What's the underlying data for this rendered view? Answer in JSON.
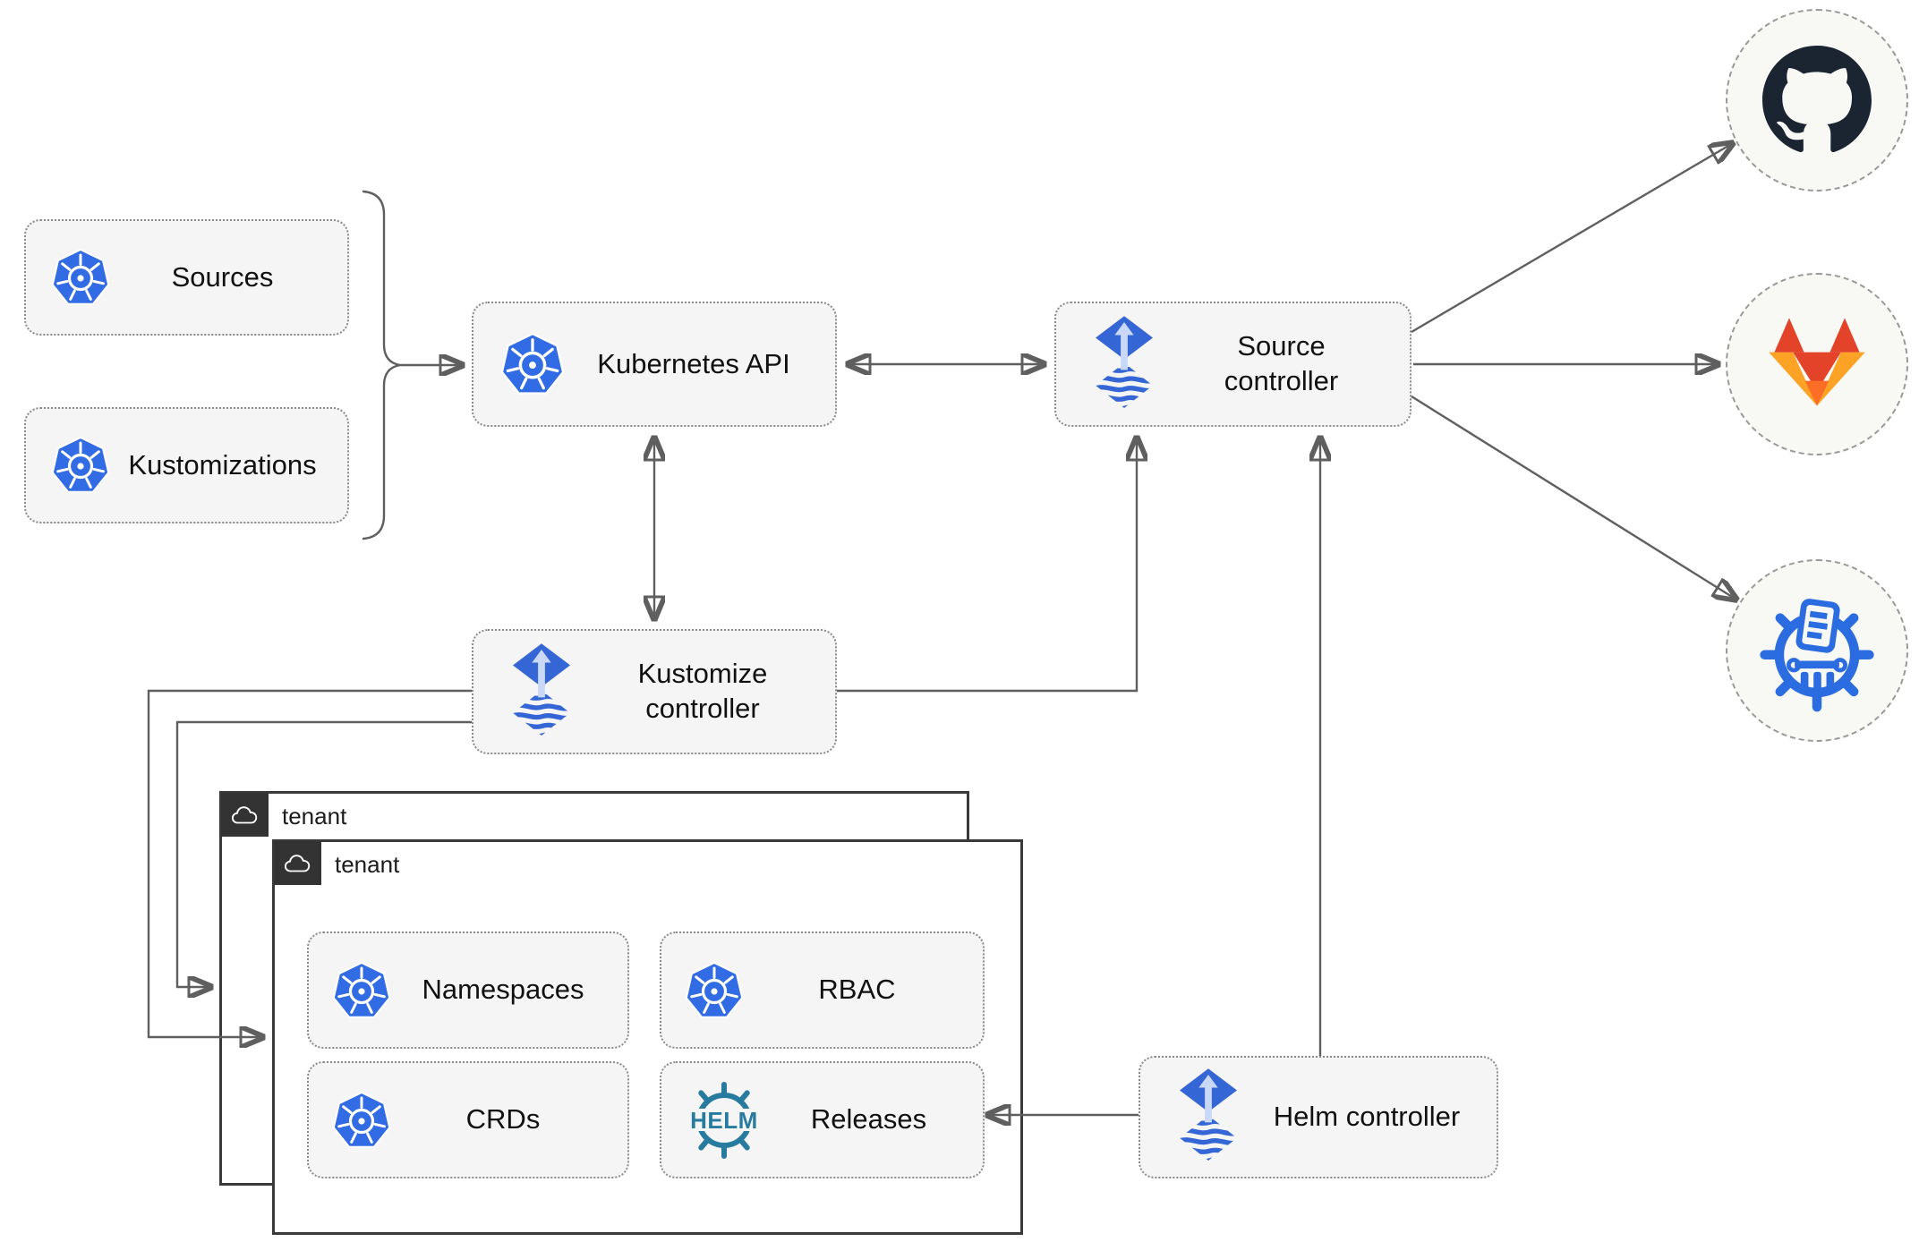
{
  "colors": {
    "kubernetes_blue": "#326ce5",
    "flux_blue": "#3566d6",
    "flux_light": "#c9d8f6",
    "helm_teal": "#277b9e",
    "github_dark": "#1b2532",
    "gitlab_red": "#e24329",
    "gitlab_orange": "#fc6d26",
    "gitlab_light_orange": "#fca326",
    "chartmuseum_blue": "#2b6de0",
    "line_gray": "#5f5f5f",
    "node_bg": "#f5f5f5",
    "tenant_tab_bg": "#333333"
  },
  "nodes": {
    "sources": {
      "label": "Sources",
      "icon": "kubernetes-icon"
    },
    "kustomizations": {
      "label": "Kustomizations",
      "icon": "kubernetes-icon"
    },
    "kubernetes_api": {
      "label": "Kubernetes API",
      "icon": "kubernetes-icon"
    },
    "source_controller": {
      "label": "Source controller",
      "icon": "flux-icon"
    },
    "kustomize_controller": {
      "label": "Kustomize controller",
      "icon": "flux-icon"
    },
    "helm_controller": {
      "label": "Helm controller",
      "icon": "flux-icon"
    },
    "tenant_back": {
      "label": "tenant",
      "icon": "cloud-icon"
    },
    "tenant_front": {
      "label": "tenant",
      "icon": "cloud-icon"
    },
    "namespaces": {
      "label": "Namespaces",
      "icon": "kubernetes-icon"
    },
    "rbac": {
      "label": "RBAC",
      "icon": "kubernetes-icon"
    },
    "crds": {
      "label": "CRDs",
      "icon": "kubernetes-icon"
    },
    "releases": {
      "label": "Releases",
      "icon": "helm-icon",
      "icon_text": "HELM"
    },
    "github": {
      "icon": "github-icon"
    },
    "gitlab": {
      "icon": "gitlab-icon"
    },
    "chartmuseum": {
      "icon": "chartmuseum-icon"
    }
  },
  "edges": [
    {
      "from": "sources+kustomizations",
      "to": "kubernetes_api",
      "style": "brace-arrow"
    },
    {
      "from": "kubernetes_api",
      "to": "source_controller",
      "style": "double-arrow"
    },
    {
      "from": "kubernetes_api",
      "to": "kustomize_controller",
      "style": "double-arrow"
    },
    {
      "from": "kustomize_controller",
      "to": "source_controller",
      "style": "arrow"
    },
    {
      "from": "helm_controller",
      "to": "source_controller",
      "style": "arrow"
    },
    {
      "from": "helm_controller",
      "to": "releases",
      "style": "arrow"
    },
    {
      "from": "kustomize_controller",
      "to": "tenant_front",
      "style": "arrow"
    },
    {
      "from": "kustomize_controller",
      "to": "tenant_back",
      "style": "arrow"
    },
    {
      "from": "source_controller",
      "to": "github",
      "style": "arrow"
    },
    {
      "from": "source_controller",
      "to": "gitlab",
      "style": "arrow"
    },
    {
      "from": "source_controller",
      "to": "chartmuseum",
      "style": "arrow"
    }
  ]
}
